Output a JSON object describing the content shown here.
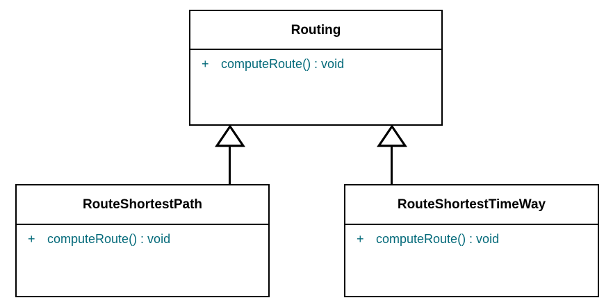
{
  "diagram": {
    "type": "uml-class-diagram",
    "background_color": "#ffffff",
    "border_color": "#000000",
    "class_name_color": "#000000",
    "member_color": "#046a7a",
    "classes": [
      {
        "id": "routing",
        "name": "Routing",
        "role": "superclass",
        "members": [
          {
            "visibility": "+",
            "signature": "computeRoute() : void"
          }
        ]
      },
      {
        "id": "route-shortest-path",
        "name": "RouteShortestPath",
        "role": "subclass",
        "members": [
          {
            "visibility": "+",
            "signature": "computeRoute() : void"
          }
        ]
      },
      {
        "id": "route-shortest-time-way",
        "name": "RouteShortestTimeWay",
        "role": "subclass",
        "members": [
          {
            "visibility": "+",
            "signature": "computeRoute() : void"
          }
        ]
      }
    ],
    "relationships": [
      {
        "kind": "generalization",
        "from": "RouteShortestPath",
        "to": "Routing"
      },
      {
        "kind": "generalization",
        "from": "RouteShortestTimeWay",
        "to": "Routing"
      }
    ]
  }
}
